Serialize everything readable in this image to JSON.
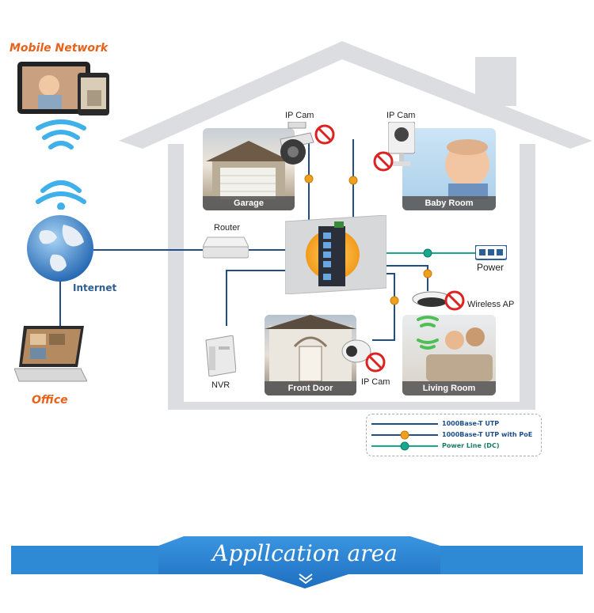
{
  "labels": {
    "mobile_network": "Mobile Network",
    "internet": "Internet",
    "office": "Office",
    "router": "Router",
    "nvr": "NVR",
    "ip_cam_garage": "IP Cam",
    "ip_cam_baby": "IP Cam",
    "ip_cam_door": "IP Cam",
    "power": "Power",
    "wireless_ap": "Wireless AP"
  },
  "rooms": {
    "garage": "Garage",
    "baby_room": "Baby Room",
    "front_door": "Front Door",
    "living_room": "Living Room"
  },
  "legend": [
    {
      "label": "1000Base-T UTP",
      "color": "#1e4f8a"
    },
    {
      "label": "1000Base-T UTP with PoE",
      "color": "#1e4f8a",
      "marker": "PoE"
    },
    {
      "label": "Power Line (DC)",
      "color": "#18a890",
      "marker": "DC"
    }
  ],
  "markers": {
    "poe": "PoE",
    "dc": "DC"
  },
  "banner": {
    "title": "Appllcation area"
  },
  "colors": {
    "cable": "#1e4f8a",
    "power_line": "#18a890",
    "accent_orange": "#e8621a",
    "banner_blue": "#2f8ad6"
  },
  "icons": [
    "tablet-icon",
    "phone-icon",
    "wifi-icon",
    "globe-icon",
    "laptop-icon",
    "router-icon",
    "switch-icon",
    "ptz-camera-icon",
    "box-camera-icon",
    "dome-camera-icon",
    "power-adapter-icon",
    "wireless-ap-icon",
    "nvr-icon",
    "no-cable-icon",
    "chevron-down-icon"
  ]
}
